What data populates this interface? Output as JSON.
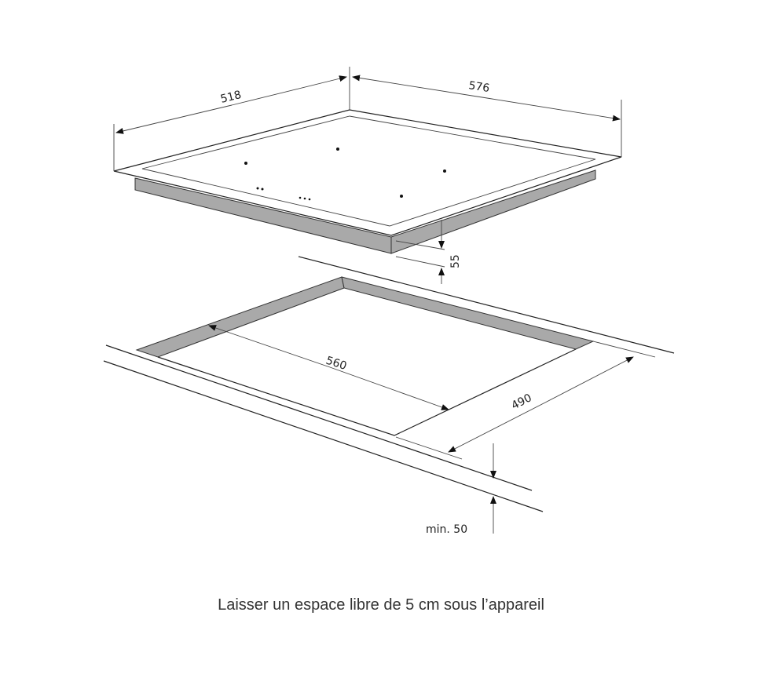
{
  "dimensions": {
    "hob_depth": "518",
    "hob_width": "576",
    "hob_height": "55",
    "cutout_width": "560",
    "cutout_depth": "490",
    "clearance": "min. 50"
  },
  "caption": "Laisser un espace libre de 5 cm sous l’appareil",
  "colors": {
    "line": "#222222",
    "frame_gray": "#a9a9a9"
  }
}
